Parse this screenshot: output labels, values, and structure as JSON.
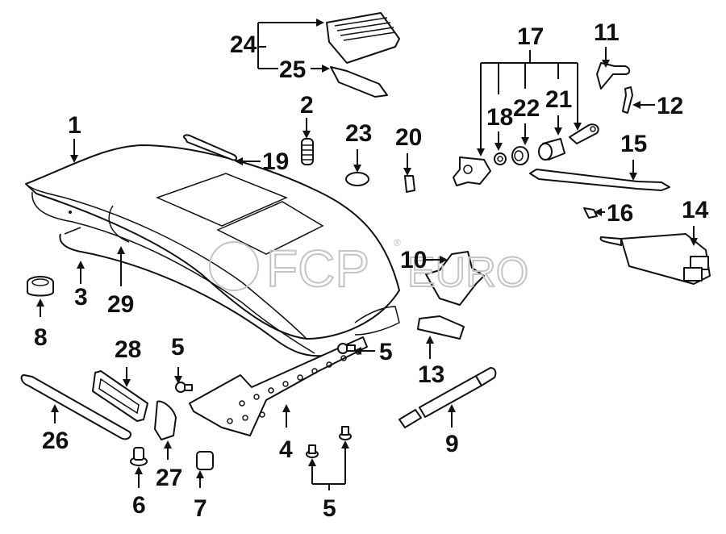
{
  "diagram": {
    "watermark": {
      "text_main": "FCP",
      "text_sub": "EURO",
      "registered": "®"
    },
    "callouts": [
      {
        "id": "c1",
        "label": "1"
      },
      {
        "id": "c2",
        "label": "2"
      },
      {
        "id": "c3",
        "label": "3"
      },
      {
        "id": "c4",
        "label": "4"
      },
      {
        "id": "c5a",
        "label": "5"
      },
      {
        "id": "c5b",
        "label": "5"
      },
      {
        "id": "c5c",
        "label": "5"
      },
      {
        "id": "c6",
        "label": "6"
      },
      {
        "id": "c7",
        "label": "7"
      },
      {
        "id": "c8",
        "label": "8"
      },
      {
        "id": "c9",
        "label": "9"
      },
      {
        "id": "c10",
        "label": "10"
      },
      {
        "id": "c11",
        "label": "11"
      },
      {
        "id": "c12",
        "label": "12"
      },
      {
        "id": "c13",
        "label": "13"
      },
      {
        "id": "c14",
        "label": "14"
      },
      {
        "id": "c15",
        "label": "15"
      },
      {
        "id": "c16",
        "label": "16"
      },
      {
        "id": "c17",
        "label": "17"
      },
      {
        "id": "c18",
        "label": "18"
      },
      {
        "id": "c19",
        "label": "19"
      },
      {
        "id": "c20",
        "label": "20"
      },
      {
        "id": "c21",
        "label": "21"
      },
      {
        "id": "c22",
        "label": "22"
      },
      {
        "id": "c23",
        "label": "23"
      },
      {
        "id": "c24",
        "label": "24"
      },
      {
        "id": "c25",
        "label": "25"
      },
      {
        "id": "c26",
        "label": "26"
      },
      {
        "id": "c27",
        "label": "27"
      },
      {
        "id": "c28",
        "label": "28"
      },
      {
        "id": "c29",
        "label": "29"
      }
    ]
  }
}
